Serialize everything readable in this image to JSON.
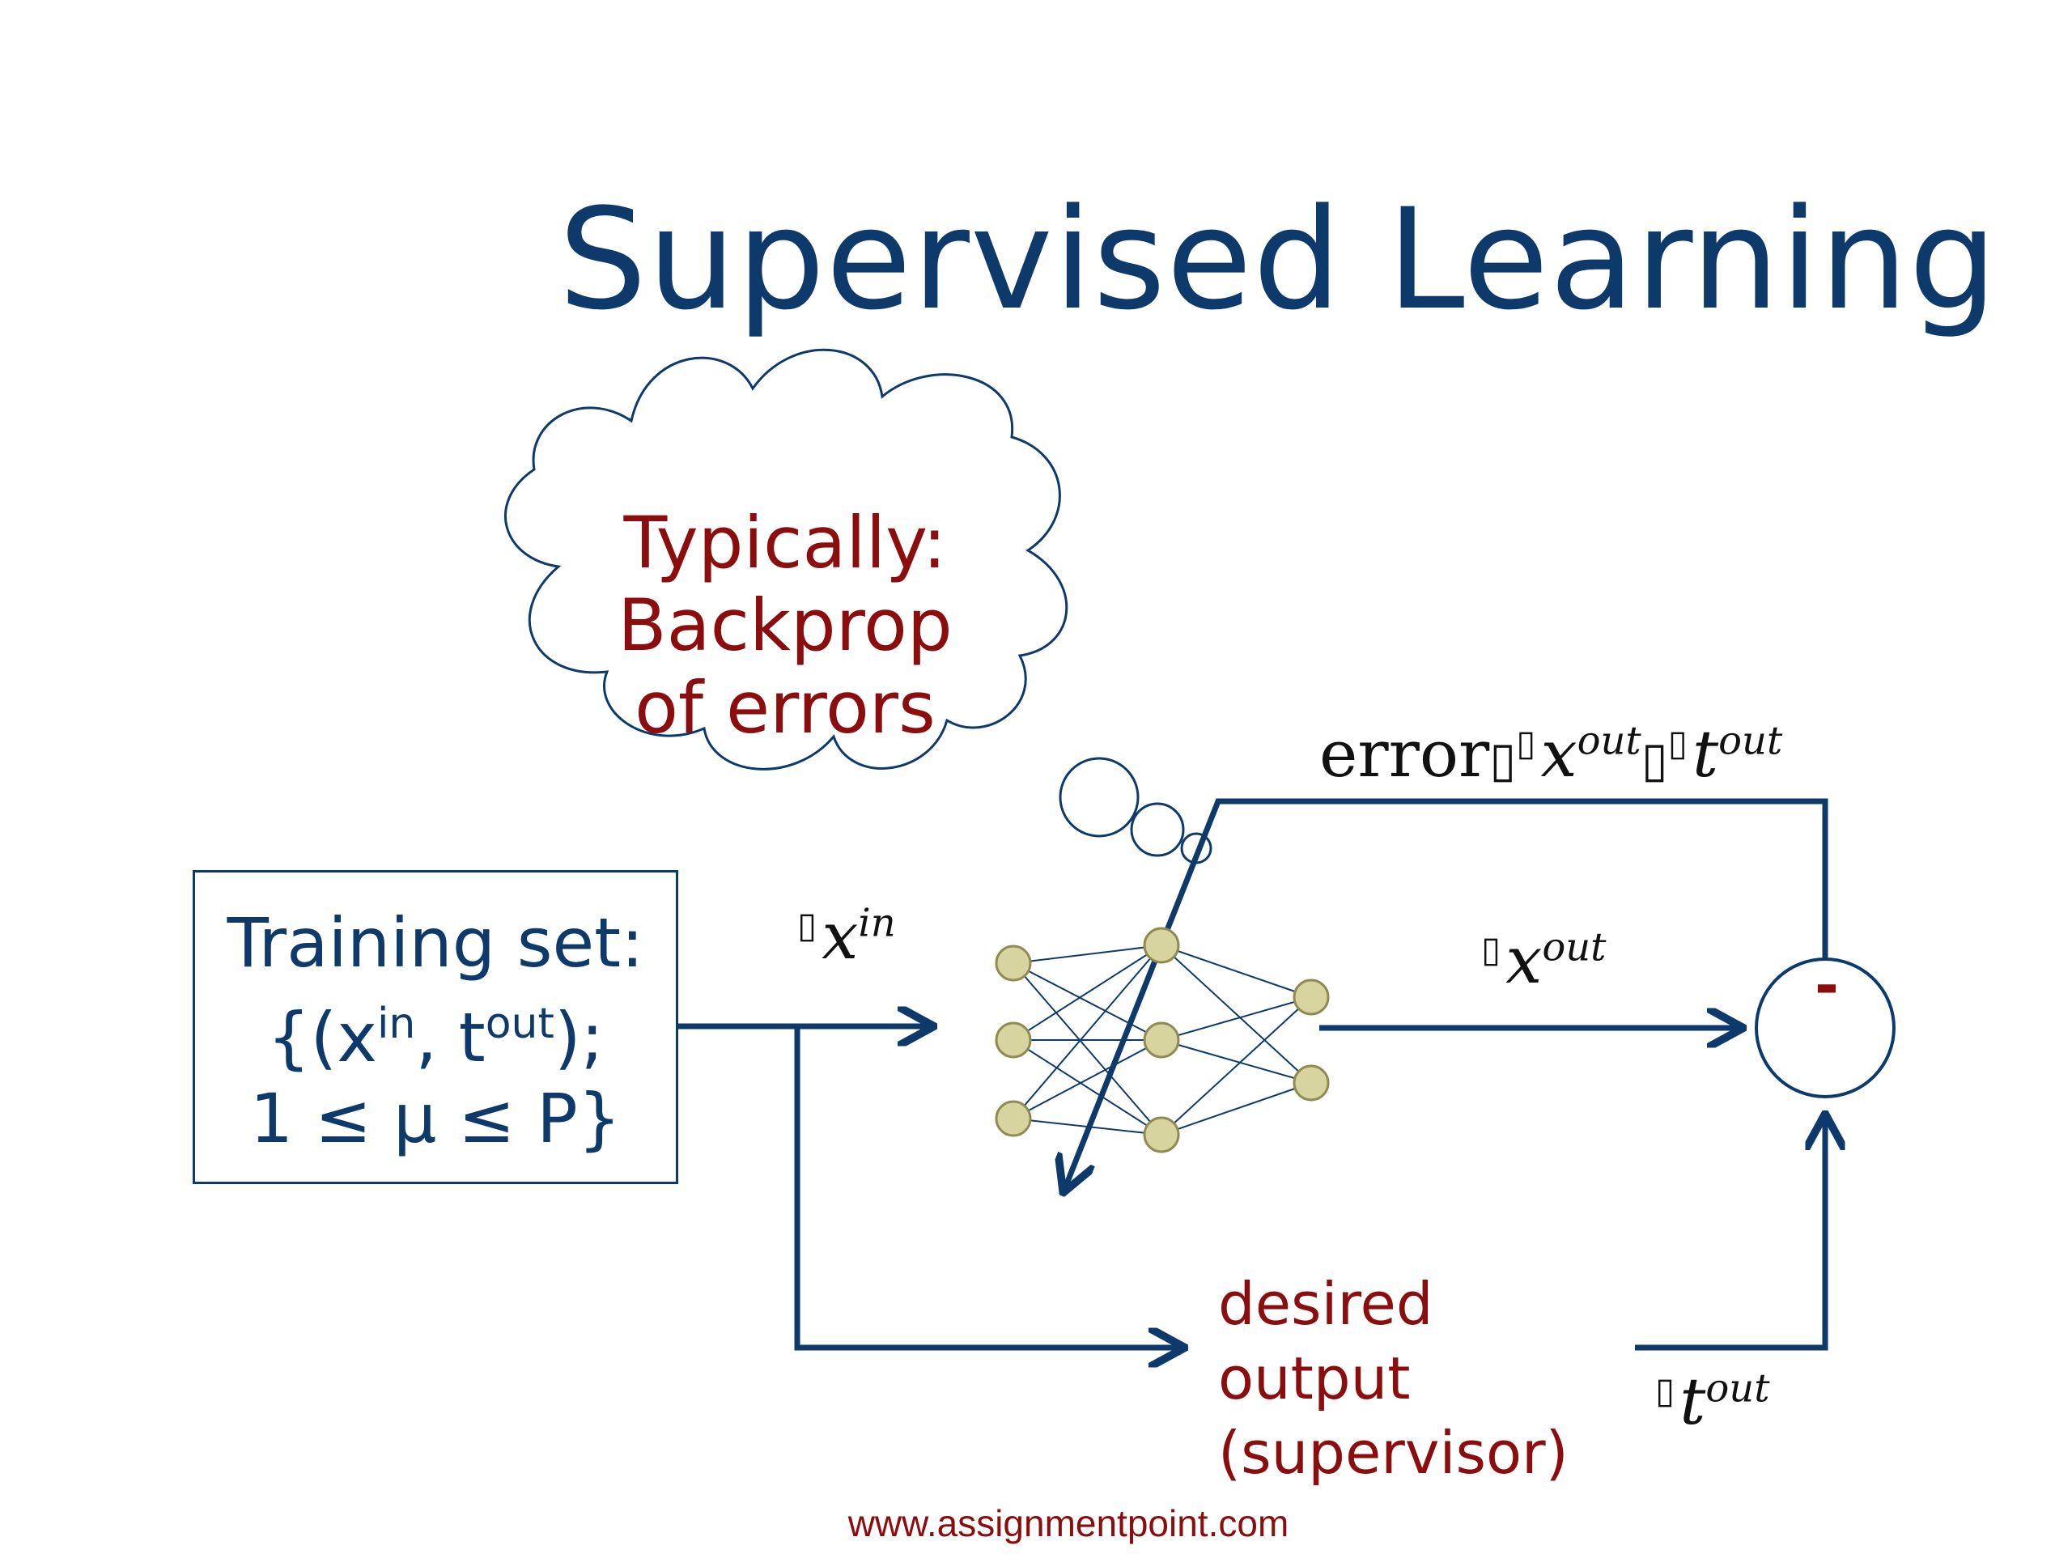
{
  "title": "Supervised Learning",
  "thought_bubble": {
    "line1": "Typically:",
    "line2": "Backprop",
    "line3": "of errors"
  },
  "training_set": {
    "line1": "Training set:",
    "line2_prefix": "{(",
    "line2_x": "x",
    "line2_x_sup": "in",
    "line2_sep": ", ",
    "line2_t": "t",
    "line2_t_sup": "out",
    "line2_suffix": ");",
    "line3": "1 ≤ ",
    "line3_mu": "μ",
    "line3_end": " ≤ P}"
  },
  "labels": {
    "input_var": "x",
    "input_sup": "in",
    "output_var": "x",
    "output_sup": "out",
    "error_word": "error",
    "error_x": "x",
    "error_x_sup": "out",
    "error_t": "t",
    "error_t_sup": "out",
    "target_var": "t",
    "target_sup": "out",
    "minus": "-",
    "desired_line1": "desired output",
    "desired_line2": "(supervisor)"
  },
  "footer": "www.assignmentpoint.com",
  "colors": {
    "navy": "#0d3a6b",
    "dark_red": "#8b0d0d",
    "node_fill": "#d8d4a0",
    "node_stroke": "#8f8b52"
  }
}
